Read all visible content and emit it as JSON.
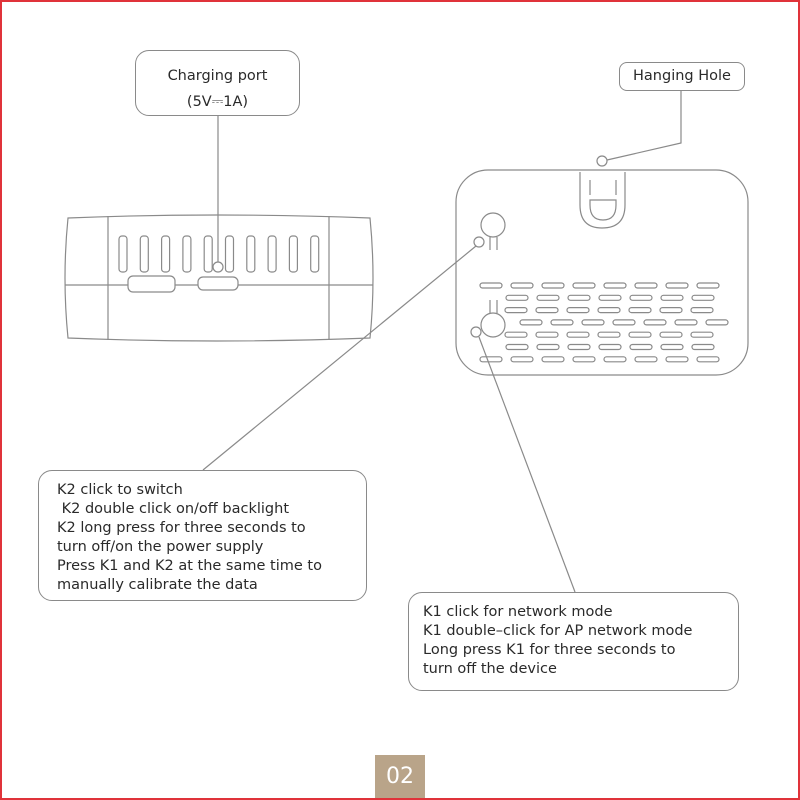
{
  "callouts": {
    "charging_port": [
      "Charging port",
      "(5V⎓1A)"
    ],
    "hanging_hole": "Hanging Hole",
    "k2": [
      "K2 click to switch",
      " K2 double click on/off backlight",
      "K2 long press for three seconds to",
      "turn off/on the power supply",
      "Press K1 and K2 at the same time to",
      "manually calibrate the data"
    ],
    "k1": [
      "K1 click for network mode",
      "K1 double–click for AP network mode",
      "Long press K1 for three seconds to",
      "turn off the device"
    ]
  },
  "page_number": "02",
  "colors": {
    "border": "#e0333a",
    "page_badge": "#b9a489",
    "line": "#8a8a8a"
  }
}
